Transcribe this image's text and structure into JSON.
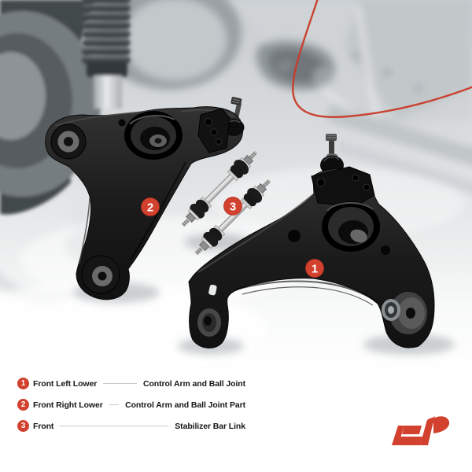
{
  "scene": {
    "accent_red": "#d2402e",
    "highlight_arc_color": "#c93a28",
    "markers": [
      {
        "number": "1"
      },
      {
        "number": "2"
      },
      {
        "number": "3"
      }
    ]
  },
  "legend": {
    "items": [
      {
        "num": "1",
        "left": "Front Left Lower",
        "right": "Control Arm and Ball Joint"
      },
      {
        "num": "2",
        "left": "Front Right Lower",
        "right": "Control Arm and Ball Joint Part"
      },
      {
        "num": "3",
        "left": "Front",
        "right": "Stabilizer Bar Link"
      }
    ]
  },
  "logo": {
    "icon": "ap-monogram-icon",
    "color": "#d2402e"
  }
}
